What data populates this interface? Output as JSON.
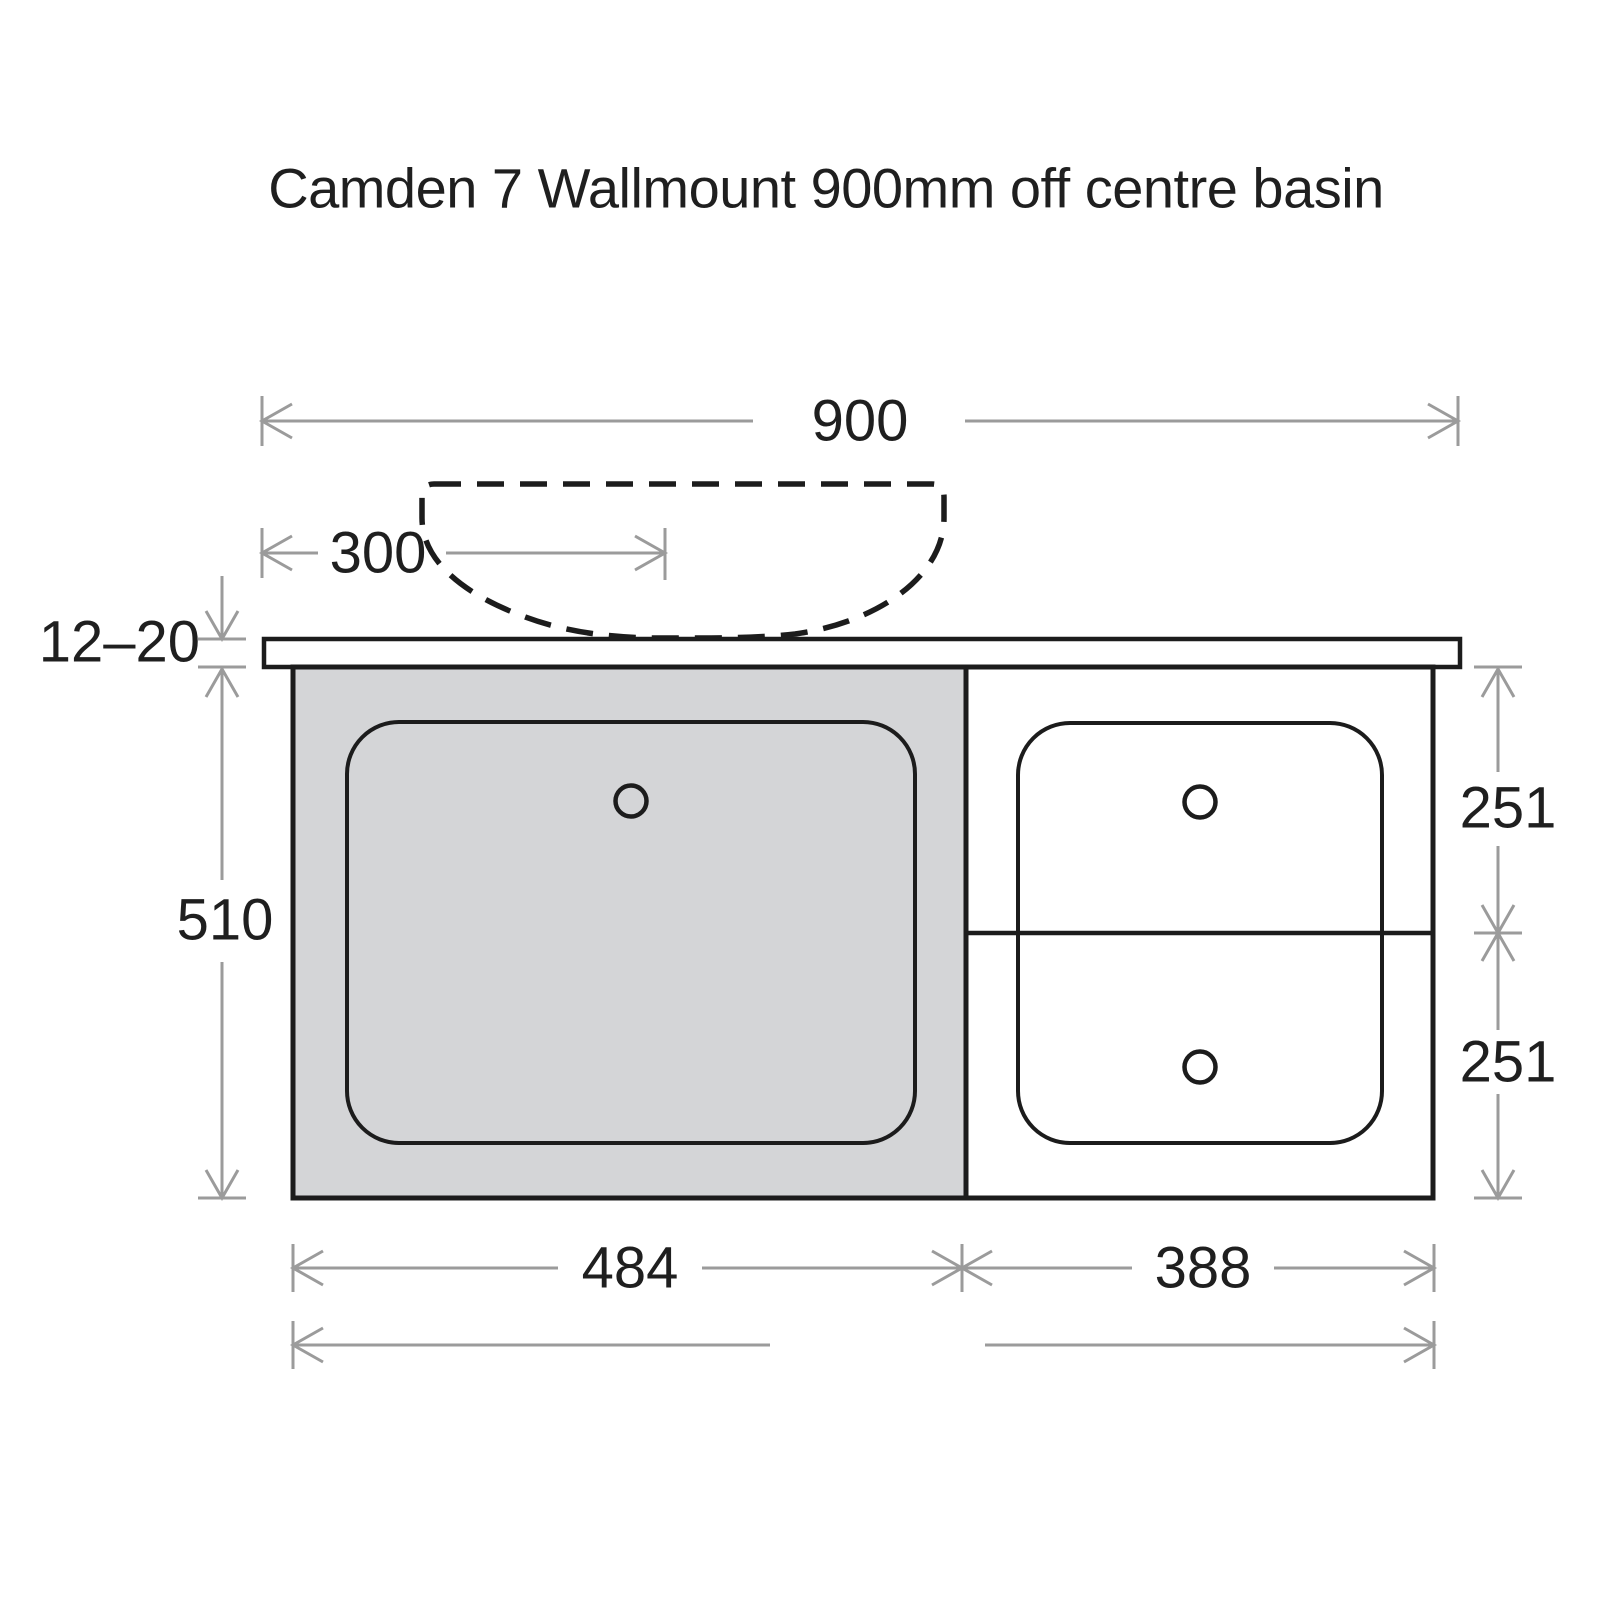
{
  "title": "Camden 7 Wallmount 900mm off centre basin",
  "dimensions": {
    "overall_width": "900",
    "basin_centre_from_left": "300",
    "benchtop_thickness": "12–20",
    "cabinet_height": "510",
    "top_drawer_height": "251",
    "bottom_drawer_height": "251",
    "door_section_width": "484",
    "drawer_section_width": "388"
  },
  "colors": {
    "outline": "#1c1c1c",
    "dimension_lines": "#9b9b9b",
    "cabinet_fill": "#d4d5d7",
    "background": "#ffffff",
    "text": "#1f1f1f"
  }
}
